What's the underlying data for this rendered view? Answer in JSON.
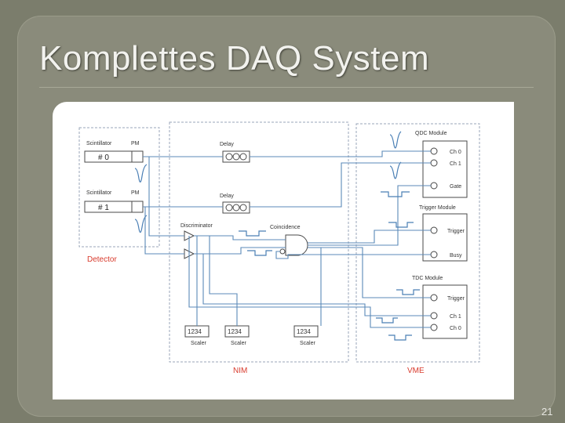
{
  "slide": {
    "title": "Komplettes DAQ System",
    "page_number": "21"
  },
  "diagram": {
    "detector": {
      "label": "Detector",
      "scintillator_label": "Scintillator",
      "pm_label": "PM",
      "channels": [
        "# 0",
        "# 1"
      ]
    },
    "nim": {
      "label": "NIM",
      "delay_label": "Delay",
      "discriminator_label": "Discriminator",
      "coincidence_label": "Coincidence",
      "scaler_label": "Scaler",
      "scaler_value": "1234"
    },
    "vme": {
      "label": "VME",
      "qdc": {
        "title": "QDC Module",
        "ports": [
          "Ch 0",
          "Ch 1",
          "Gate"
        ]
      },
      "trigger": {
        "title": "Trigger Module",
        "ports": [
          "Trigger",
          "Busy"
        ]
      },
      "tdc": {
        "title": "TDC Module",
        "ports": [
          "Trigger",
          "Ch 1",
          "Ch 0"
        ]
      }
    },
    "colors": {
      "wire": "#5b8ab8",
      "box_border": "#9aa6b8",
      "label_red": "#d83a2c",
      "text": "#333333"
    }
  }
}
